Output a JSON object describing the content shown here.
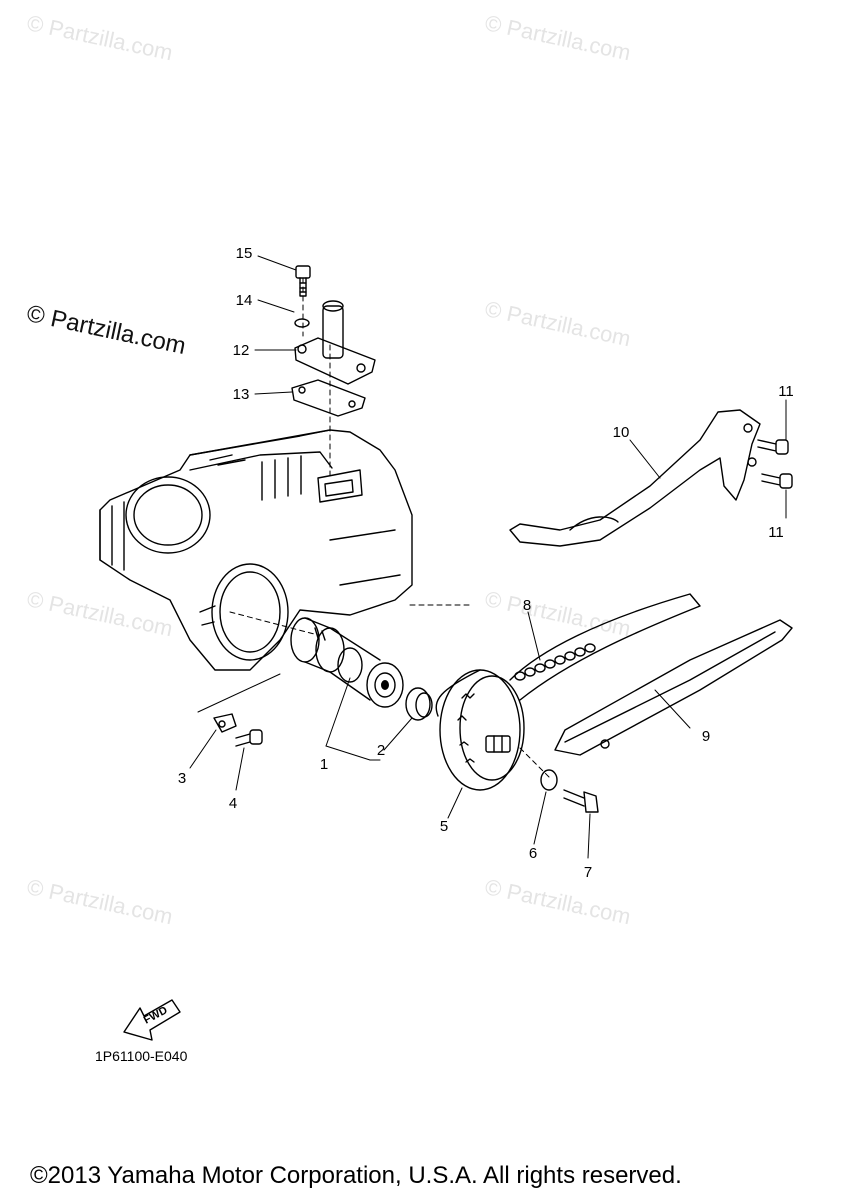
{
  "watermark": "© Partzilla.com",
  "diagram_code": "1P61100-E040",
  "fwd_label": "FWD",
  "copyright": "©2013 Yamaha Motor Corporation, U.S.A. All rights reserved.",
  "callouts": {
    "c1": "1",
    "c2": "2",
    "c3": "3",
    "c4": "4",
    "c5": "5",
    "c6": "6",
    "c7": "7",
    "c8": "8",
    "c9": "9",
    "c10": "10",
    "c11a": "11",
    "c11b": "11",
    "c12": "12",
    "c13": "13",
    "c14": "14",
    "c15": "15"
  }
}
